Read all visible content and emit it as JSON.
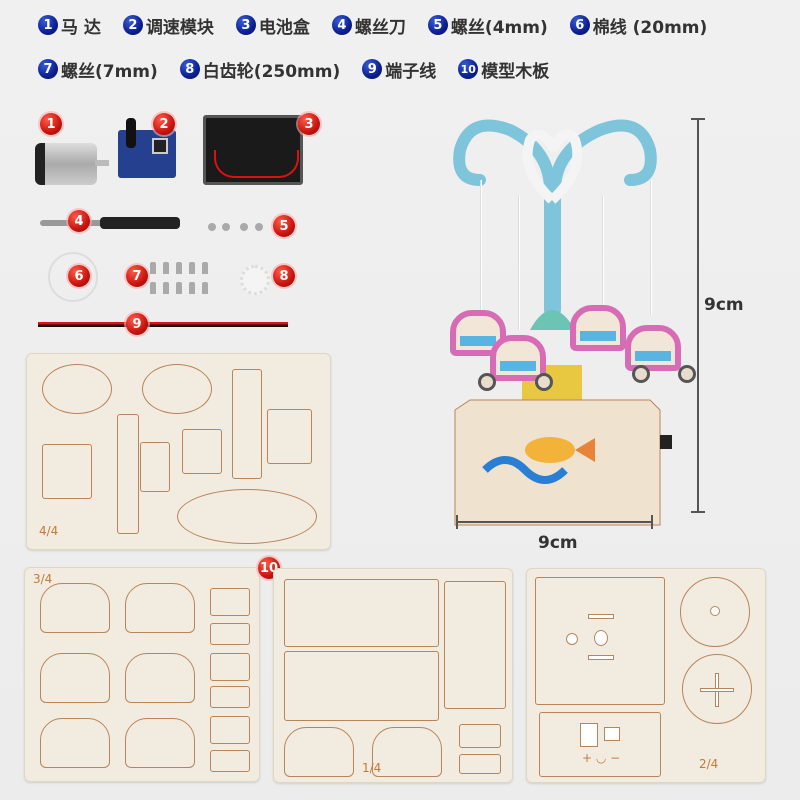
{
  "legend": {
    "row1": [
      {
        "num": "1",
        "label": "马 达"
      },
      {
        "num": "2",
        "label": "调速模块"
      },
      {
        "num": "3",
        "label": "电池盒"
      },
      {
        "num": "4",
        "label": "螺丝刀"
      },
      {
        "num": "5",
        "label": "螺丝(4mm)"
      },
      {
        "num": "6",
        "label": "棉线 (20mm)"
      }
    ],
    "row2": [
      {
        "num": "7",
        "label": "螺丝(7mm)"
      },
      {
        "num": "8",
        "label": "白齿轮(250mm)"
      },
      {
        "num": "9",
        "label": "端子线"
      },
      {
        "num": "10",
        "label": "模型木板"
      }
    ]
  },
  "parts": {
    "badges": [
      "1",
      "2",
      "3",
      "4",
      "5",
      "6",
      "7",
      "8",
      "9",
      "10"
    ]
  },
  "boards": {
    "board_a_label": "4/4",
    "board_b_label": "3/4",
    "board_c_label": "1/4",
    "board_d_label": "2/4",
    "polarity": "+ ◡ −"
  },
  "dimensions": {
    "height": "9cm",
    "width": "9cm"
  },
  "colors": {
    "legend_badge": "#0b1f8f",
    "part_badge": "#c8150e",
    "wood": "#f2ebe0",
    "laser_cut": "#b8845a",
    "carriage_pink": "#d76bb5",
    "canopy_blue": "#7ec4db"
  }
}
